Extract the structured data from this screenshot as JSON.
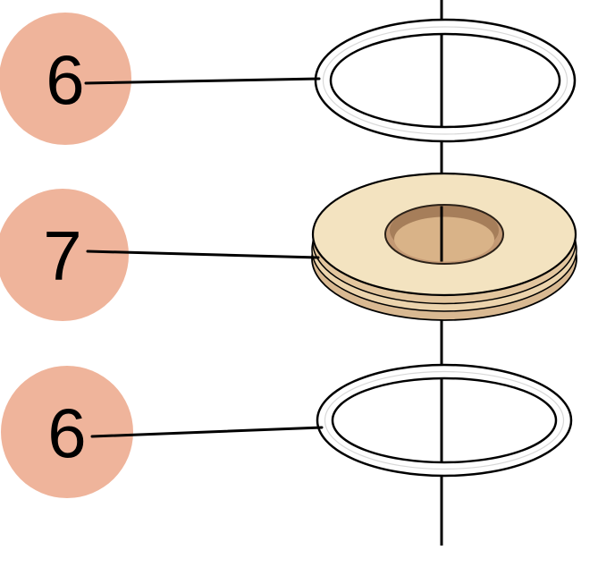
{
  "diagram": {
    "type": "exploded-assembly-view",
    "balloons": [
      {
        "label": "6"
      },
      {
        "label": "7"
      },
      {
        "label": "6"
      }
    ],
    "colors": {
      "background": "#ffffff",
      "line": "#000000",
      "balloon_fill": "#EFB49B",
      "o_ring_fill": "#FFFFFF",
      "o_ring_highlight": "#D8D8D8",
      "washer_top_face": "#F3E3C0",
      "washer_side": "#E3C69E",
      "washer_groove": "#ECD4AD",
      "washer_lip": "#D9B992",
      "bore_wall": "#C39974",
      "bore_shadow": "#A67E5A",
      "bore_floor": "#D9B388"
    }
  }
}
